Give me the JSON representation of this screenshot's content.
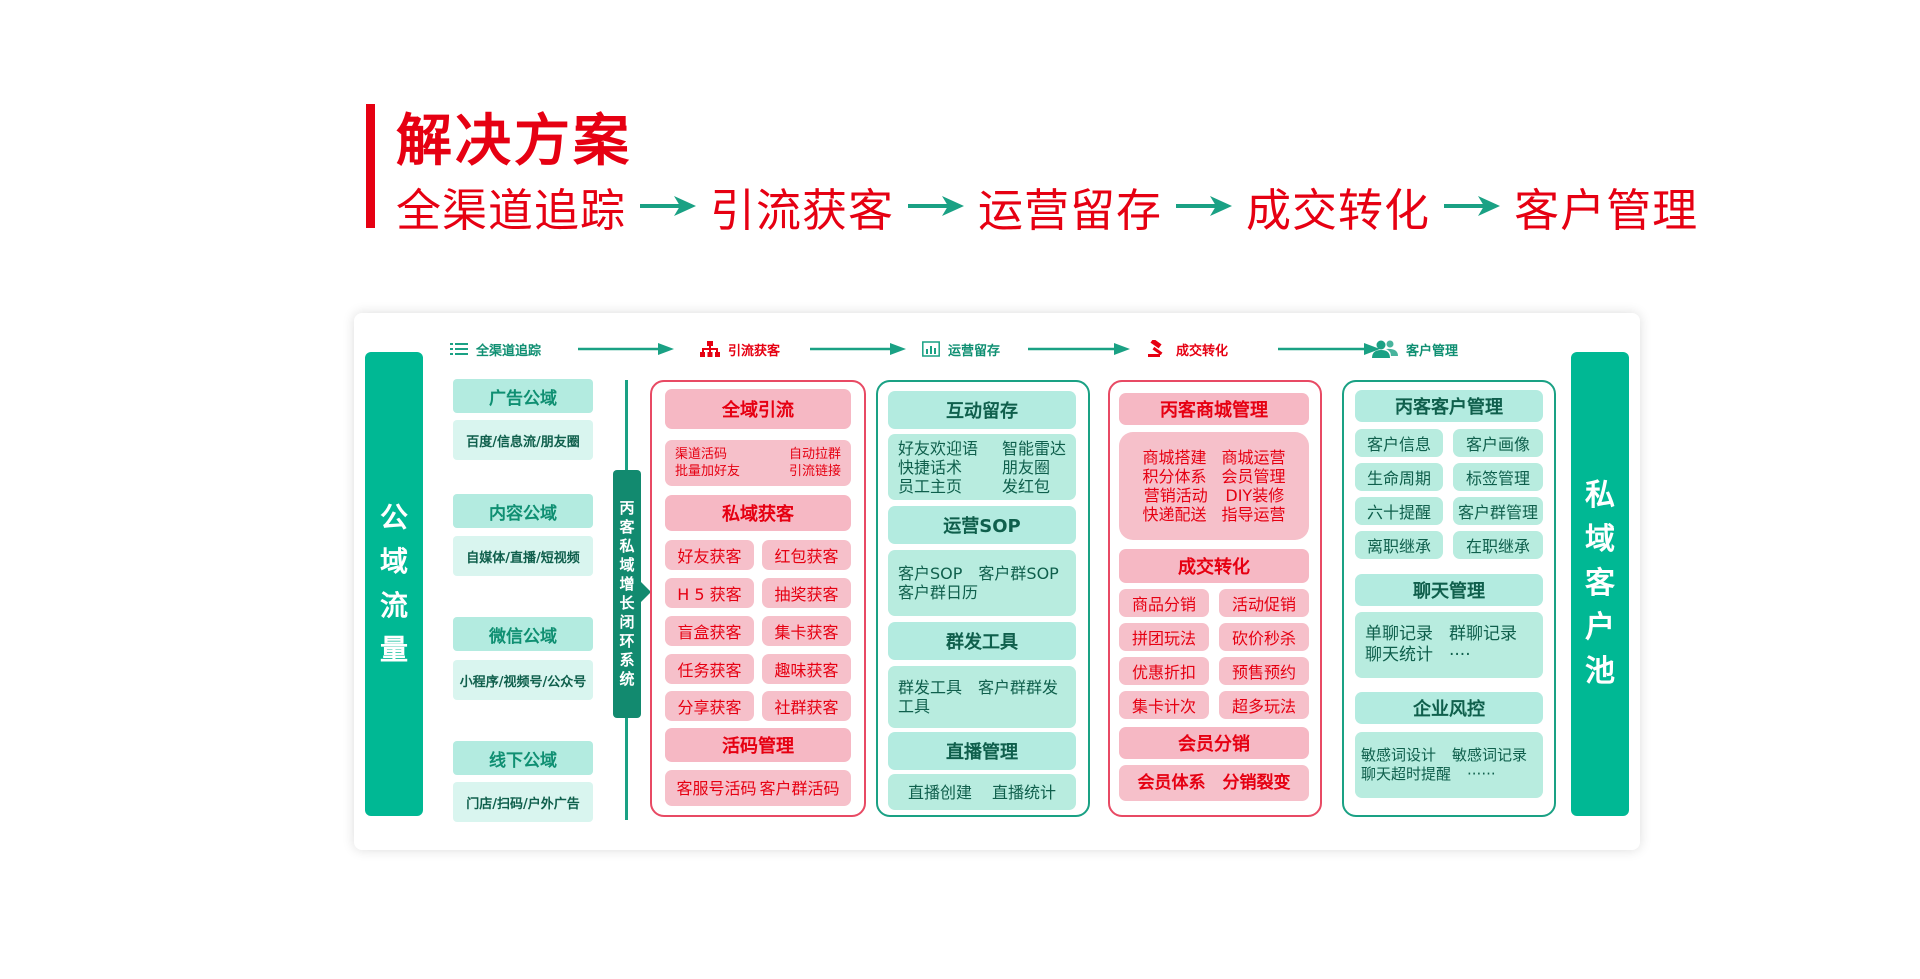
{
  "header": {
    "title": "解决方案",
    "flow": [
      "全渠道追踪",
      "引流获客",
      "运营留存",
      "成交转化",
      "客户管理"
    ]
  },
  "colors": {
    "red": "#e60012",
    "green": "#00b894",
    "dark_green": "#128a6f"
  },
  "stages": [
    {
      "label": "全渠道追踪",
      "icon": "list-icon"
    },
    {
      "label": "引流获客",
      "icon": "hierarchy-icon"
    },
    {
      "label": "运营留存",
      "icon": "bar-chart-icon"
    },
    {
      "label": "成交转化",
      "icon": "gavel-icon"
    },
    {
      "label": "客户管理",
      "icon": "users-icon"
    }
  ],
  "left_pillar": "公域流量",
  "right_pillar": "私域客户池",
  "channels": [
    {
      "title": "广告公域",
      "sub": "百度/信息流/朋友圈"
    },
    {
      "title": "内容公域",
      "sub": "自媒体/直播/短视频"
    },
    {
      "title": "微信公域",
      "sub": "小程序/视频号/公众号"
    },
    {
      "title": "线下公域",
      "sub": "门店/扫码/户外广告"
    }
  ],
  "system_label": "丙客私域增长闭环系统",
  "acquisition": {
    "h1": "全域引流",
    "lead": [
      [
        "渠道活码",
        "自动拉群"
      ],
      [
        "批量加好友",
        "引流链接"
      ]
    ],
    "h2": "私域获客",
    "grid": [
      [
        "好友获客",
        "红包获客"
      ],
      [
        "H 5 获客",
        "抽奖获客"
      ],
      [
        "盲盒获客",
        "集卡获客"
      ],
      [
        "任务获客",
        "趣味获客"
      ],
      [
        "分享获客",
        "社群获客"
      ]
    ],
    "h3": "活码管理",
    "codes": [
      "客服号活码",
      "客户群活码"
    ]
  },
  "retention": {
    "h1": "互动留存",
    "interact": [
      [
        "好友欢迎语",
        "智能雷达"
      ],
      [
        "快捷话术",
        "朋友圈"
      ],
      [
        "员工主页",
        "发红包"
      ]
    ],
    "h2": "运营SOP",
    "sop": [
      [
        "客户SOP",
        "客户群SOP"
      ],
      [
        "客户群日历"
      ]
    ],
    "h3": "群发工具",
    "mass": [
      [
        "群发工具",
        "客户群群发"
      ],
      [
        "工具"
      ]
    ],
    "h4": "直播管理",
    "live": [
      "直播创建",
      "直播统计"
    ]
  },
  "conversion": {
    "h1": "丙客商城管理",
    "mall": [
      [
        "商城搭建",
        "商城运营"
      ],
      [
        "积分体系",
        "会员管理"
      ],
      [
        "营销活动",
        "DIY装修"
      ],
      [
        "快递配送",
        "指导运营"
      ]
    ],
    "h2": "成交转化",
    "grid": [
      [
        "商品分销",
        "活动促销"
      ],
      [
        "拼团玩法",
        "砍价秒杀"
      ],
      [
        "优惠折扣",
        "预售预约"
      ],
      [
        "集卡计次",
        "超多玩法"
      ]
    ],
    "h3": "会员分销",
    "member": [
      "会员体系",
      "分销裂变"
    ]
  },
  "customer": {
    "h1": "丙客客户管理",
    "grid": [
      [
        "客户信息",
        "客户画像"
      ],
      [
        "生命周期",
        "标签管理"
      ],
      [
        "六十提醒",
        "客户群管理"
      ],
      [
        "离职继承",
        "在职继承"
      ]
    ],
    "h2": "聊天管理",
    "chat": [
      [
        "单聊记录",
        "群聊记录"
      ],
      [
        "聊天统计",
        "····"
      ]
    ],
    "h3": "企业风控",
    "risk": [
      [
        "敏感词设计",
        "敏感词记录"
      ],
      [
        "聊天超时提醒",
        "······"
      ]
    ]
  }
}
